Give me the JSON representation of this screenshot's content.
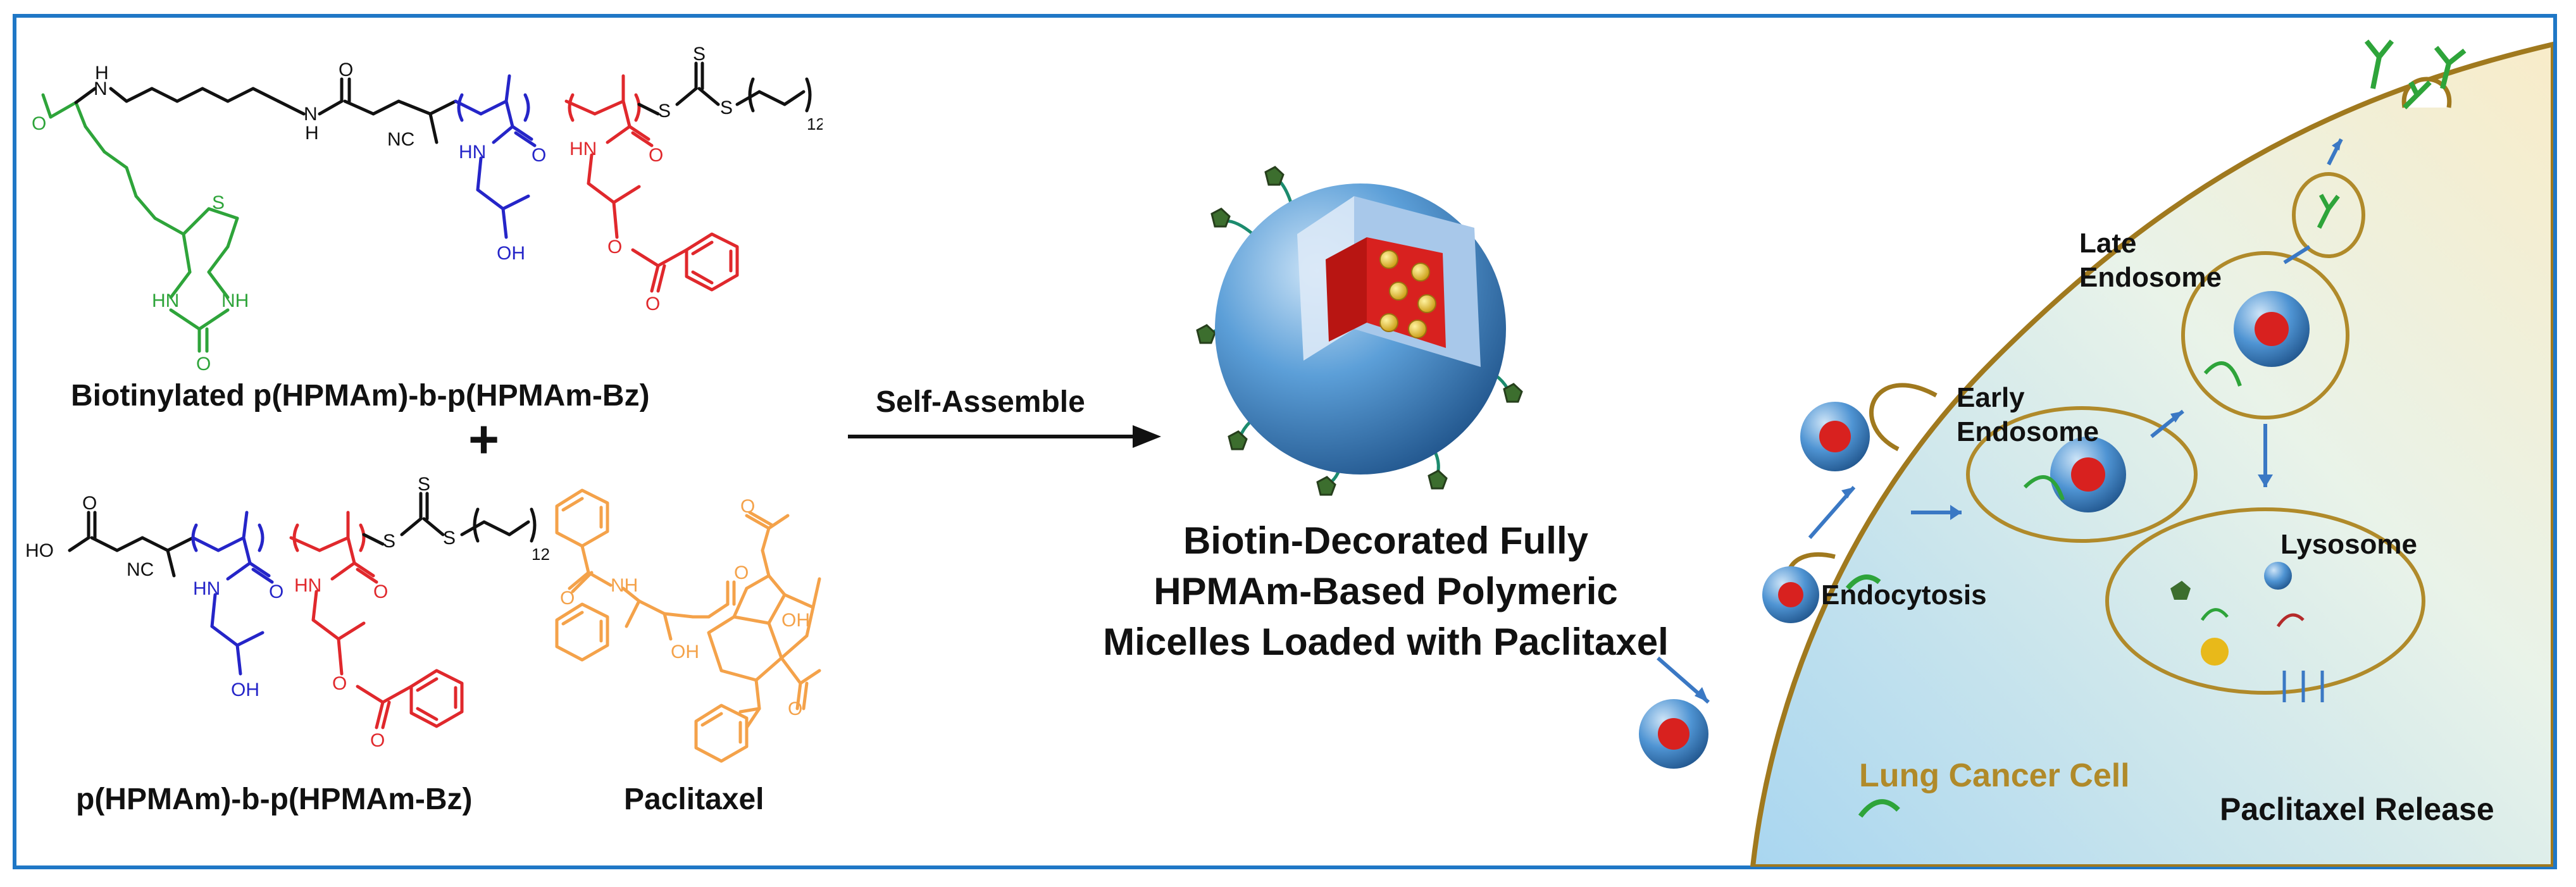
{
  "labels": {
    "polymer1": "Biotinylated p(HPMAm)-b-p(HPMAm-Bz)",
    "plus": "+",
    "polymer2": "p(HPMAm)-b-p(HPMAm-Bz)",
    "drug": "Paclitaxel",
    "arrow": "Self-Assemble",
    "micelle_line1": "Biotin-Decorated Fully",
    "micelle_line2": "HPMAm-Based Polymeric",
    "micelle_line3": "Micelles Loaded with Paclitaxel",
    "endocytosis": "Endocytosis",
    "early_endosome_1": "Early",
    "early_endosome_2": "Endosome",
    "late_endosome_1": "Late",
    "late_endosome_2": "Endosome",
    "lysosome": "Lysosome",
    "cell": "Lung Cancer Cell",
    "release": "Paclitaxel Release"
  },
  "chem": {
    "O": "O",
    "N": "N",
    "H": "H",
    "NH": "NH",
    "HN": "HN",
    "S": "S",
    "NC": "NC",
    "OH": "OH",
    "HO": "HO",
    "n12": "12",
    "O_upper": "O",
    "Ring_HN": "HN"
  },
  "colors": {
    "frame": "#1f77c6",
    "biotin": "#2ea43a",
    "hpmam": "#2525c8",
    "bz": "#e0282c",
    "paclitaxel": "#f4a24a",
    "cell_membrane": "#a0791e",
    "cell_label": "#b08a2a",
    "arrow_blue": "#3a78c4"
  }
}
